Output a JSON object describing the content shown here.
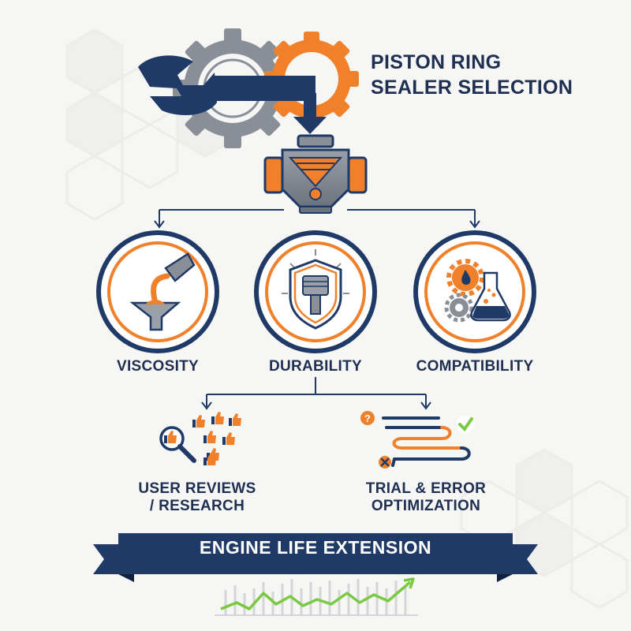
{
  "title": {
    "line1": "PISTON RING",
    "line2": "SEALER SELECTION"
  },
  "categories": [
    {
      "label": "VISCOSITY",
      "icon": "oil-funnel-icon"
    },
    {
      "label": "DURABILITY",
      "icon": "piston-shield-icon"
    },
    {
      "label": "COMPATIBILITY",
      "icon": "gears-flask-icon"
    }
  ],
  "methods": [
    {
      "line1": "USER REVIEWS",
      "line2": "/ RESEARCH",
      "icon": "thumbs-up-magnifier-icon"
    },
    {
      "line1": "TRIAL & ERROR",
      "line2": "OPTIMIZATION",
      "icon": "winding-path-icon"
    }
  ],
  "banner": {
    "label": "ENGINE LIFE EXTENSION"
  },
  "colors": {
    "navy": "#1f3a66",
    "orange": "#f0802a",
    "gray": "#8a8e96",
    "green": "#7ac943"
  }
}
